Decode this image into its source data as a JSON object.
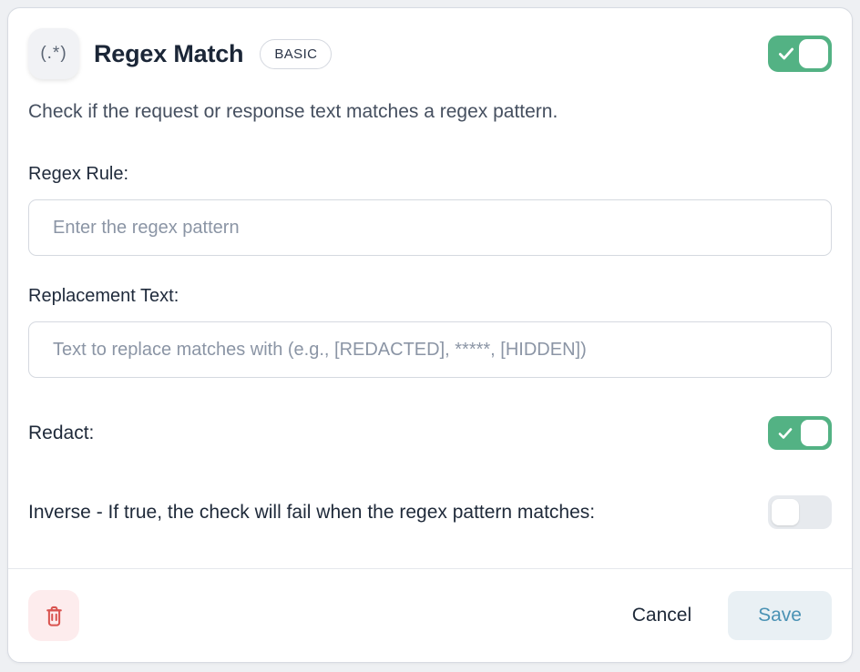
{
  "card": {
    "header": {
      "icon_glyph": "(.*)",
      "title": "Regex Match",
      "badge": "BASIC",
      "enabled": true
    },
    "description": "Check if the request or response text matches a regex pattern.",
    "fields": {
      "regex_rule": {
        "label": "Regex Rule:",
        "placeholder": "Enter the regex pattern",
        "value": ""
      },
      "replacement": {
        "label": "Replacement Text:",
        "placeholder": "Text to replace matches with (e.g., [REDACTED], *****, [HIDDEN])",
        "value": ""
      },
      "redact": {
        "label": "Redact:",
        "enabled": true
      },
      "inverse": {
        "label": "Inverse - If true, the check will fail when the regex pattern matches:",
        "enabled": false
      }
    },
    "footer": {
      "cancel_label": "Cancel",
      "save_label": "Save"
    }
  },
  "icons": {
    "header": "regex-pattern-icon",
    "toggle": "checkmark-icon",
    "delete": "trash-icon"
  },
  "colors": {
    "toggle_on_bg": "#53b284",
    "toggle_off_bg": "#e7eaee",
    "save_bg": "#e9f0f4",
    "save_text": "#4a92b4",
    "delete_bg": "#fdeced",
    "delete_red": "#d9534f"
  }
}
